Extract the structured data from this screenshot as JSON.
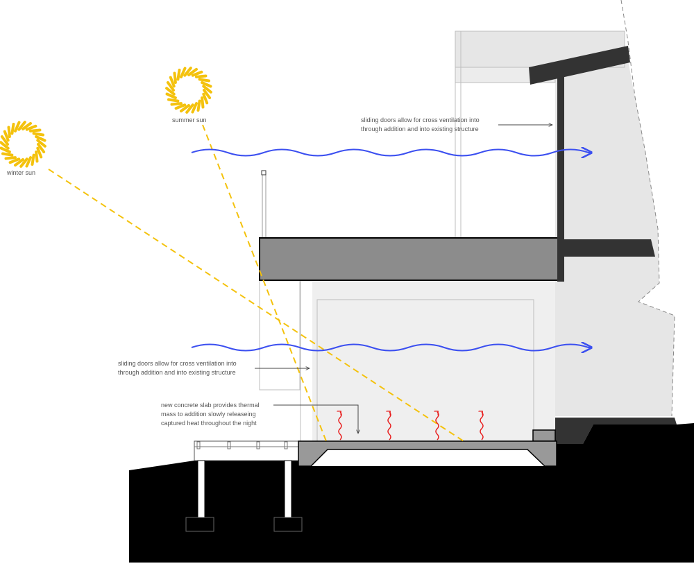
{
  "labels": {
    "summer_sun": "summer sun",
    "winter_sun": "winter sun",
    "vent_upper_line1": "sliding doors allow for cross ventilation into",
    "vent_upper_line2": "through addition and into existing structure",
    "vent_lower_line1": "sliding doors allow for cross ventilation into",
    "vent_lower_line2": "through addition and into existing structure",
    "slab_line1": "new concrete slab provides thermal",
    "slab_line2": "mass to addition slowly releaseing",
    "slab_line3": "captured heat throughout the night"
  },
  "colors": {
    "sun": "#f4c20d",
    "sun_ray": "#f4c20d",
    "airflow": "#3b4ff0",
    "heat": "#e81c1c",
    "ground": "#000000",
    "roof_slab": "#8c8c8c",
    "dark_structure": "#333333",
    "existing_wall": "#e6e6e6",
    "interior": "#efefef",
    "floor_slab": "#999999"
  },
  "icons": {
    "sun": "sun-icon",
    "airflow": "airflow-arrow-icon",
    "heat": "heat-wave-icon"
  }
}
